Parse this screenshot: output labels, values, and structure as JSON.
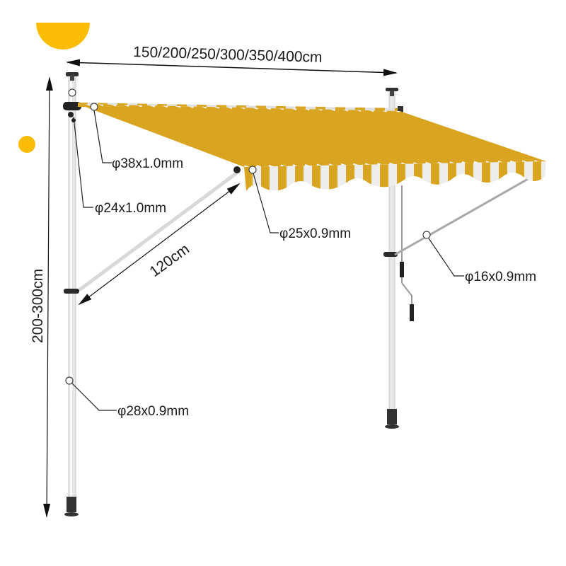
{
  "diagram": {
    "subject": "Retractable clamp awning with telescopic poles",
    "colors": {
      "stripe_yellow": "#D9A520",
      "stripe_white": "#F2F2F2",
      "pole": "#E4E4E4",
      "pole_shadow": "#BDBDBD",
      "fitting_black": "#222222",
      "sun_yellow": "#FBBC05",
      "line": "#1a1a1a"
    },
    "dimensions": {
      "width": "150/200/250/300/350/400cm",
      "height": "200-300cm",
      "projection": "120cm"
    },
    "specs": {
      "roller_tube": "φ38x1.0mm",
      "inner_pole": "φ24x1.0mm",
      "front_bar": "φ25x0.9mm",
      "support_arm": "φ16x0.9mm",
      "outer_pole": "φ28x0.9mm"
    },
    "decor": {
      "large_sun": "half-circle-icon",
      "small_sun": "dot-icon"
    }
  }
}
